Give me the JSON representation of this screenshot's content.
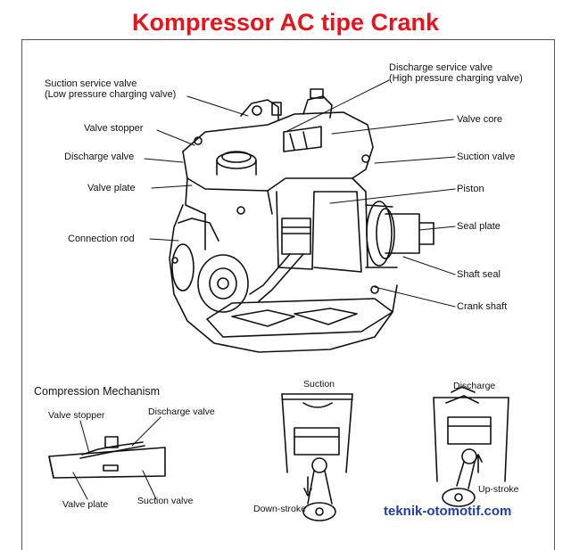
{
  "title": "Kompressor AC tipe Crank",
  "website": "teknik-otomotif.com",
  "colors": {
    "title": "#e8141b",
    "website": "#1a3fa8",
    "line": "#111111"
  },
  "main_labels": {
    "suction_service_valve_1": "Suction service valve",
    "suction_service_valve_2": "(Low pressure charging valve)",
    "discharge_service_valve_1": "Discharge service valve",
    "discharge_service_valve_2": "(High pressure charging valve)",
    "valve_stopper": "Valve stopper",
    "discharge_valve": "Discharge valve",
    "valve_plate": "Valve plate",
    "connection_rod": "Connection rod",
    "valve_core": "Valve core",
    "suction_valve": "Suction valve",
    "piston": "Piston",
    "seal_plate": "Seal plate",
    "shaft_seal": "Shaft seal",
    "crank_shaft": "Crank shaft"
  },
  "compression": {
    "heading": "Compression Mechanism",
    "valve_stopper": "Valve stopper",
    "discharge_valve": "Discharge valve",
    "valve_plate": "Valve plate",
    "suction_valve": "Suction valve",
    "suction": "Suction",
    "discharge": "Discharge",
    "down_stroke": "Down-stroke",
    "up_stroke": "Up-stroke"
  }
}
